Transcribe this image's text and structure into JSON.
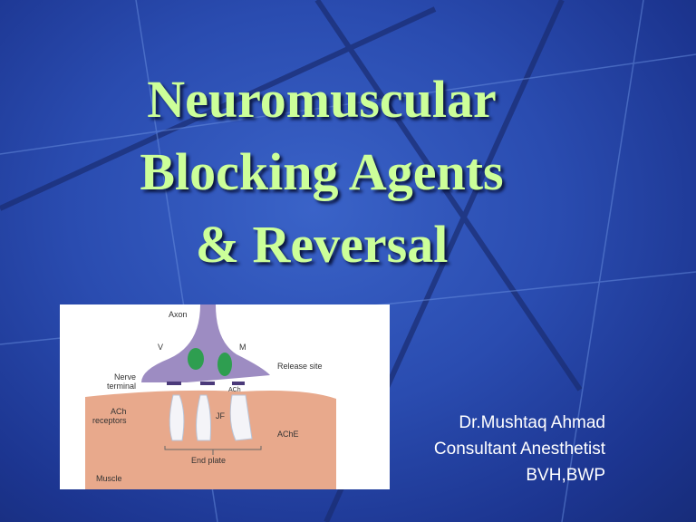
{
  "slide": {
    "title_lines": [
      "Neuromuscular",
      "Blocking Agents",
      "& Reversal"
    ],
    "author": [
      "Dr.Mushtaq Ahmad",
      "Consultant Anesthetist",
      "BVH,BWP"
    ],
    "colors": {
      "background": "#2a4cb0",
      "title": "#ccff99",
      "author": "#ffffff"
    }
  },
  "diagram": {
    "labels": {
      "axon": "Axon",
      "v": "V",
      "m": "M",
      "nerve_terminal": [
        "Nerve",
        "terminal"
      ],
      "release_site": "Release site",
      "ach": "ACh",
      "ach_receptors": [
        "ACh",
        "receptors"
      ],
      "jf": "JF",
      "ache": "AChE",
      "end_plate": "End plate",
      "muscle": "Muscle"
    }
  }
}
